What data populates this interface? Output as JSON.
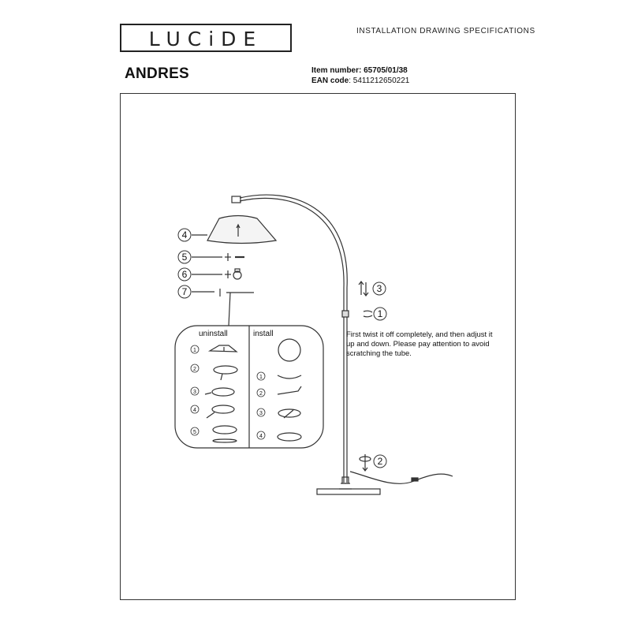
{
  "header": {
    "brand": "LUCiDE",
    "title": "INSTALLATION DRAWING SPECIFICATIONS"
  },
  "product": {
    "name": "ANDRES",
    "item_label": "Item number:",
    "item_number": "65705/01/38",
    "ean_label": "EAN code",
    "ean": ": 5411212650221"
  },
  "callouts": {
    "shade": "4",
    "screw": "5",
    "bulb": "6",
    "rod": "7",
    "height": "3",
    "twist": "1",
    "base_lock": "2"
  },
  "panel": {
    "uninstall_label": "uninstall",
    "install_label": "install",
    "uninstall_steps": [
      "1",
      "2",
      "3",
      "4",
      "5"
    ],
    "install_steps": [
      "1",
      "2",
      "3",
      "4"
    ]
  },
  "note": "First twist it off completely, and then adjust it up and down. Please pay attention to avoid scratching the tube.",
  "colors": {
    "line": "#333333",
    "fill": "#f2f2f2"
  }
}
